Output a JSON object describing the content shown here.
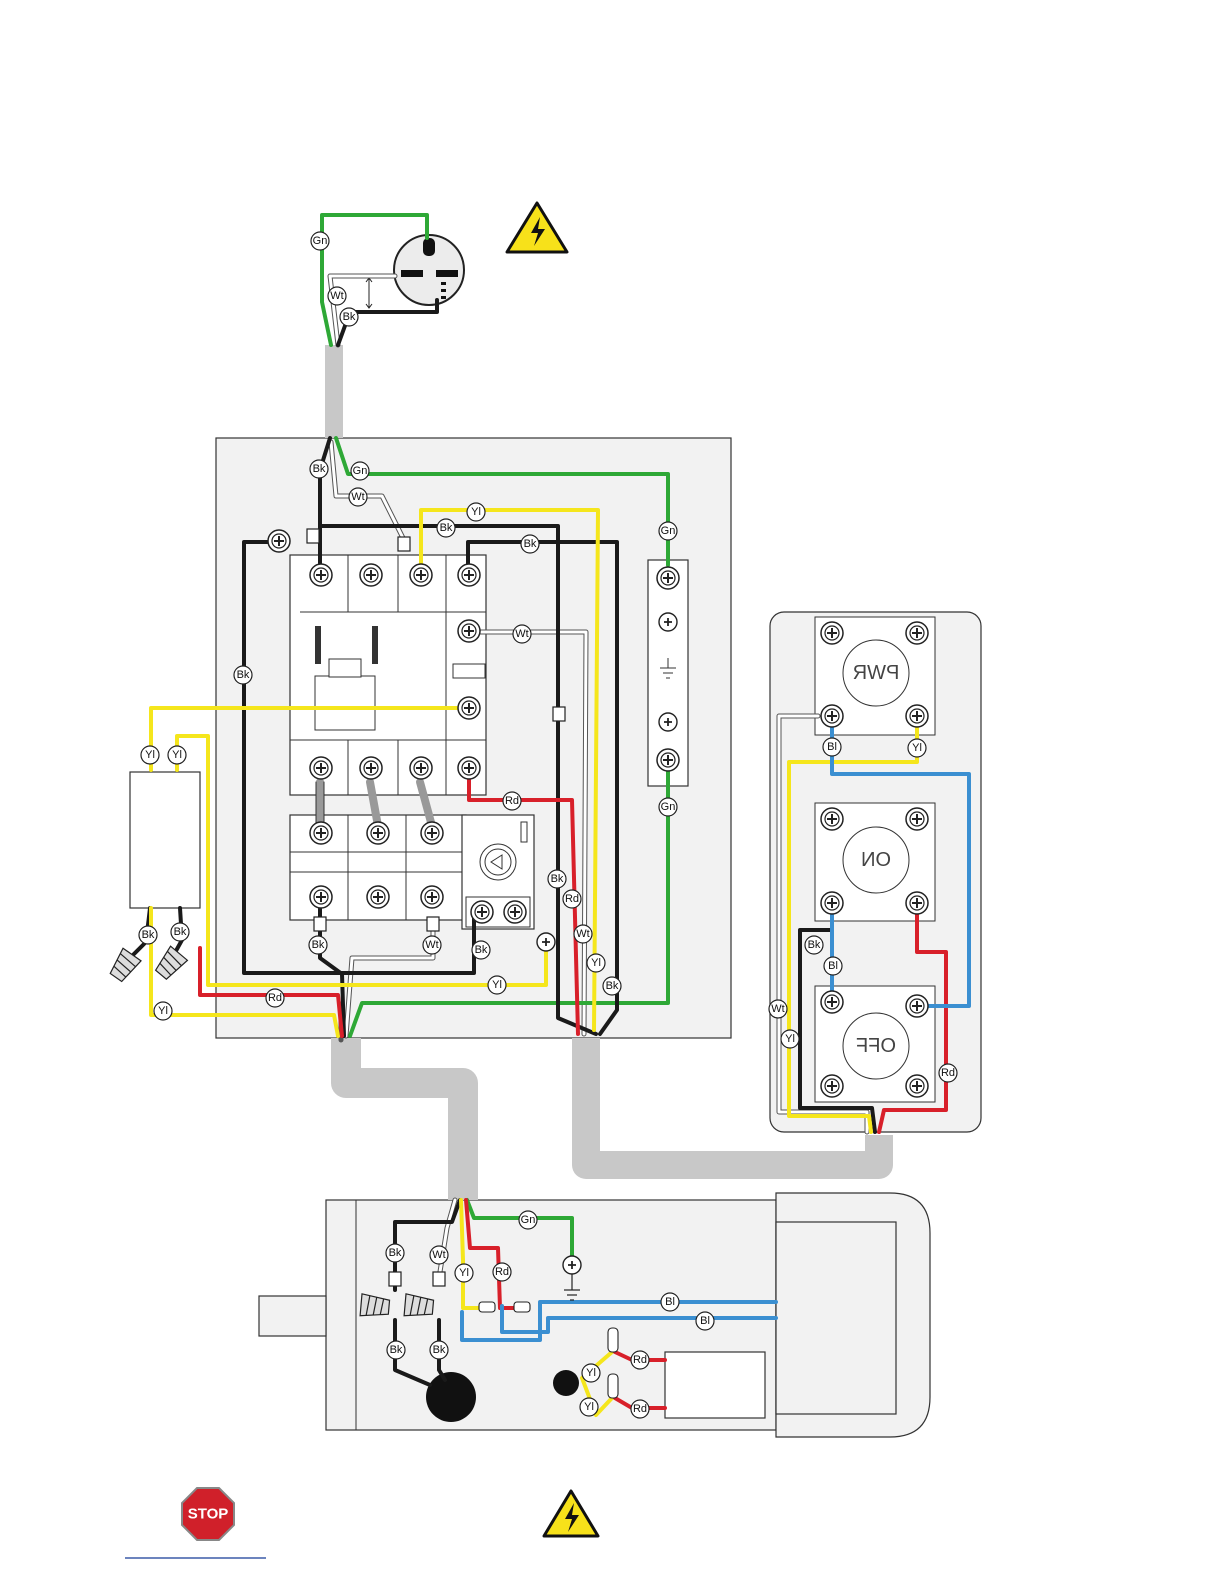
{
  "labels": {
    "gn": "Gn",
    "wt": "Wt",
    "bk": "Bk",
    "yl": "Yl",
    "rd": "Rd",
    "bl": "Bl"
  },
  "buttons": {
    "pwr": "PWR",
    "on": "ON",
    "off": "OFF"
  },
  "stop_sign": "STOP",
  "colors": {
    "green": "#2ea836",
    "black": "#1a1a1a",
    "white": "#ffffff",
    "yellow": "#f5e61c",
    "red": "#d8202a",
    "blue": "#3b8fd1",
    "conduit": "#c8c8c8",
    "panel": "#f2f2f2",
    "warning": "#f7e11a",
    "stop": "#d0202a"
  }
}
